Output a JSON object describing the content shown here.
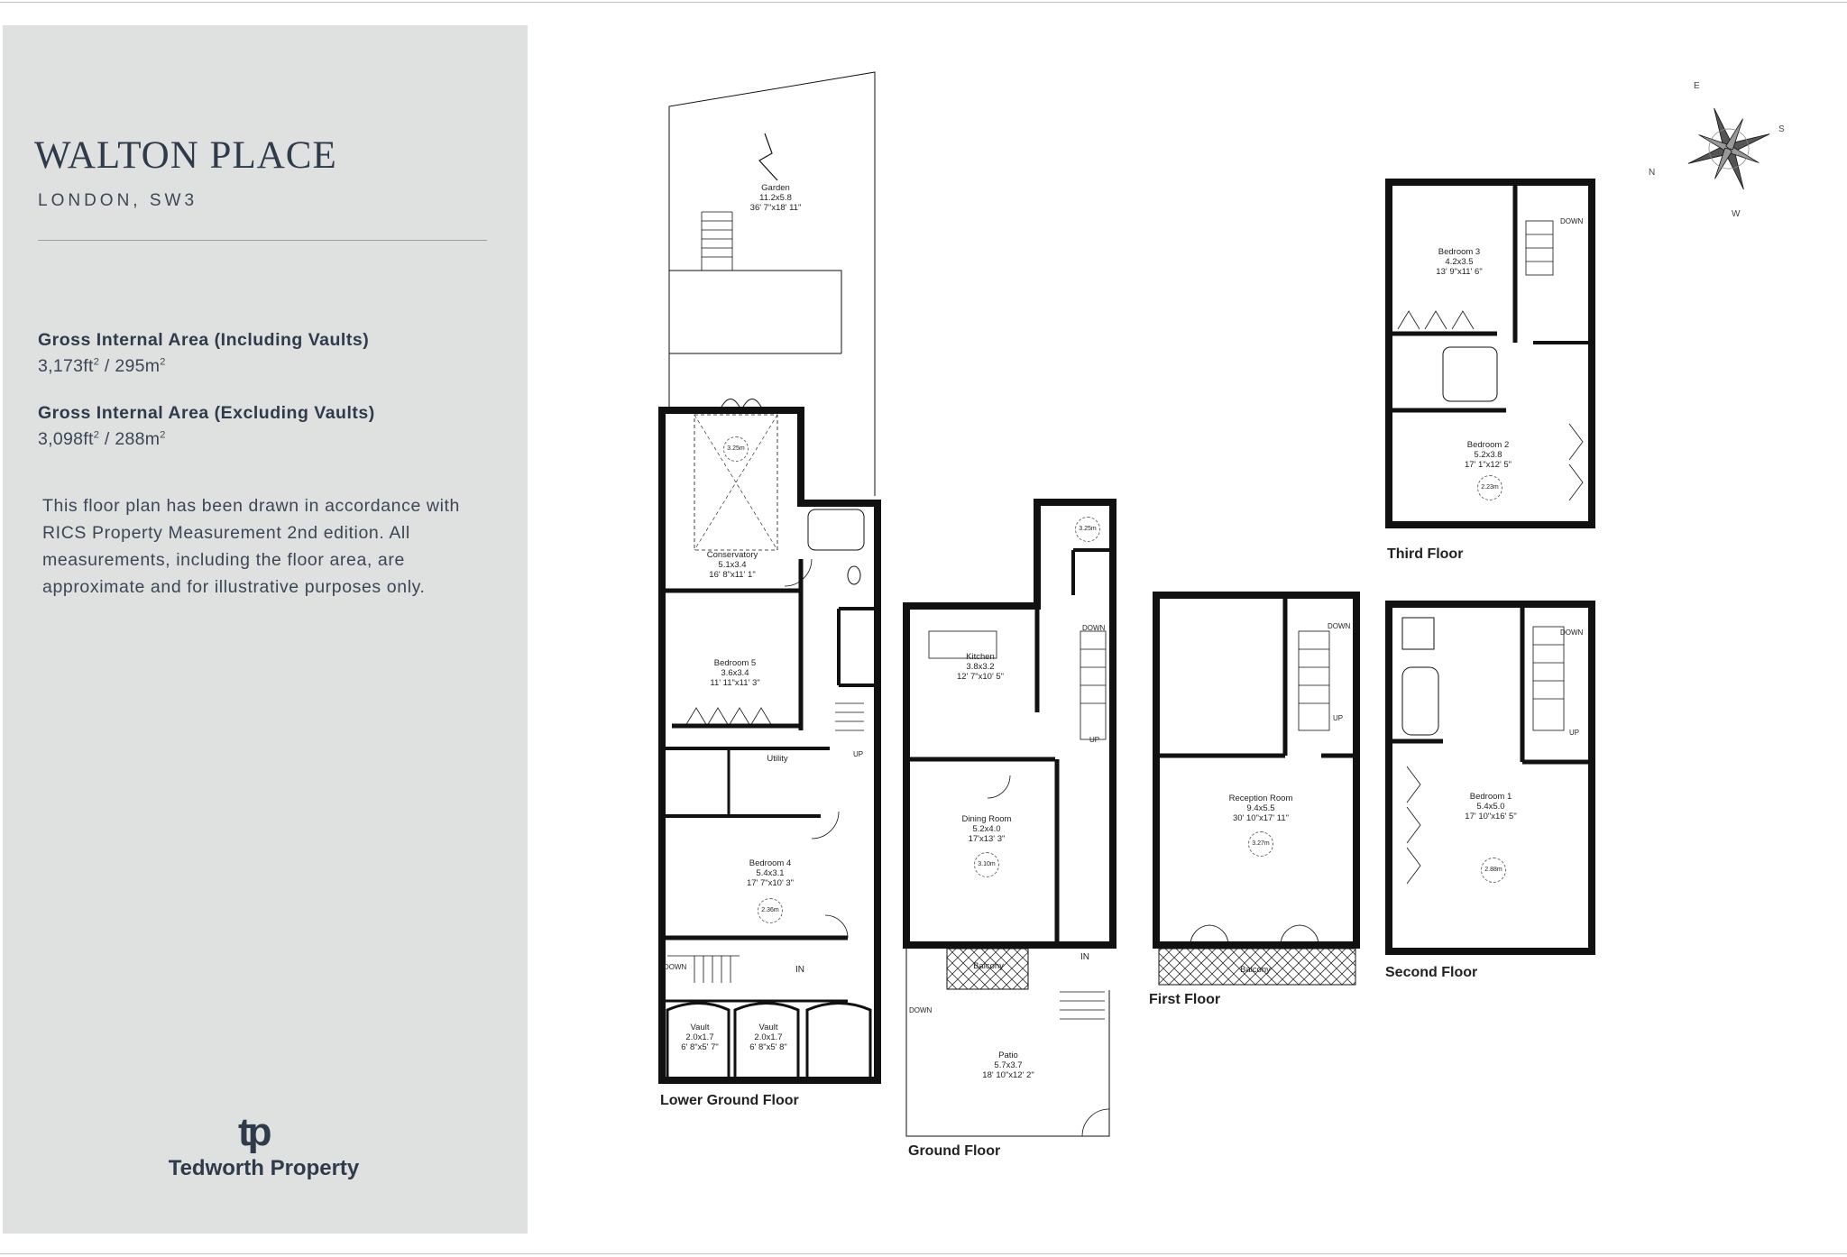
{
  "property": {
    "title": "WALTON PLACE",
    "location": "LONDON, SW3"
  },
  "areas": [
    {
      "label": "Gross Internal Area (Including Vaults)",
      "ft": "3,173ft",
      "m": "295m"
    },
    {
      "label": "Gross Internal Area (Excluding Vaults)",
      "ft": "3,098ft",
      "m": "288m"
    }
  ],
  "disclaimer": "This floor plan has been drawn in accordance with RICS Property Measurement 2nd edition. All measurements, including the floor area, are approximate and for illustrative purposes only.",
  "brand": {
    "name": "Tedworth Property",
    "mark": "tp"
  },
  "compass": {
    "n": "N",
    "e": "E",
    "s": "S",
    "w": "W"
  },
  "floors": {
    "lower_ground": {
      "label": "Lower Ground Floor",
      "rooms": {
        "garden": {
          "name": "Garden",
          "metric": "11.2x5.8",
          "imperial": "36' 7\"x18' 11\""
        },
        "conservatory": {
          "name": "Conservatory",
          "metric": "5.1x3.4",
          "imperial": "16' 8\"x11' 1\"",
          "height": "3.25m"
        },
        "bedroom5": {
          "name": "Bedroom 5",
          "metric": "3.6x3.4",
          "imperial": "11' 11\"x11' 3\""
        },
        "utility": {
          "name": "Utility"
        },
        "bedroom4": {
          "name": "Bedroom 4",
          "metric": "5.4x3.1",
          "imperial": "17' 7\"x10' 3\"",
          "height": "2.36m"
        },
        "vault1": {
          "name": "Vault",
          "metric": "2.0x1.7",
          "imperial": "6' 8\"x5' 7\""
        },
        "vault2": {
          "name": "Vault",
          "metric": "2.0x1.7",
          "imperial": "6' 8\"x5' 8\""
        }
      },
      "tags": {
        "up": "UP",
        "down": "DOWN",
        "in": "IN"
      }
    },
    "ground": {
      "label": "Ground Floor",
      "rooms": {
        "kitchen": {
          "name": "Kitchen",
          "metric": "3.8x3.2",
          "imperial": "12' 7\"x10' 5\""
        },
        "dining": {
          "name": "Dining Room",
          "metric": "5.2x4.0",
          "imperial": "17'x13' 3\"",
          "height": "3.10m"
        },
        "balcony": {
          "name": "Balcony"
        },
        "patio": {
          "name": "Patio",
          "metric": "5.7x3.7",
          "imperial": "18' 10\"x12' 2\""
        },
        "wc_height": "3.25m"
      },
      "tags": {
        "up": "UP",
        "down": "DOWN",
        "in": "IN",
        "down2": "DOWN"
      }
    },
    "first": {
      "label": "First Floor",
      "rooms": {
        "reception": {
          "name": "Reception Room",
          "metric": "9.4x5.5",
          "imperial": "30' 10\"x17' 11\"",
          "height": "3.27m"
        },
        "balcony": {
          "name": "Balcony"
        }
      },
      "tags": {
        "up": "UP",
        "down": "DOWN"
      }
    },
    "second": {
      "label": "Second Floor",
      "rooms": {
        "bedroom1": {
          "name": "Bedroom 1",
          "metric": "5.4x5.0",
          "imperial": "17' 10\"x16' 5\"",
          "height": "2.88m"
        }
      },
      "tags": {
        "up": "UP",
        "down": "DOWN"
      }
    },
    "third": {
      "label": "Third Floor",
      "rooms": {
        "bedroom3": {
          "name": "Bedroom 3",
          "metric": "4.2x3.5",
          "imperial": "13' 9\"x11' 6\""
        },
        "bedroom2": {
          "name": "Bedroom 2",
          "metric": "5.2x3.8",
          "imperial": "17' 1\"x12' 5\"",
          "height": "2.23m"
        }
      },
      "tags": {
        "down": "DOWN"
      }
    }
  }
}
